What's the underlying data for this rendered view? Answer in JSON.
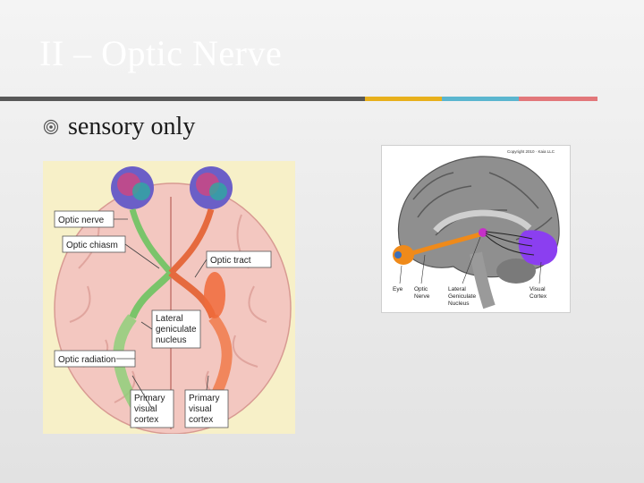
{
  "slide": {
    "title": "II – Optic Nerve",
    "bullet_text": "sensory only",
    "rule_colors": [
      "#585858",
      "#e8b01c",
      "#5bb6cf",
      "#e2777a"
    ]
  },
  "figure_left": {
    "labels": {
      "optic_nerve": "Optic nerve",
      "optic_chiasm": "Optic chiasm",
      "optic_tract": "Optic tract",
      "lgn_line1": "Lateral",
      "lgn_line2": "geniculate",
      "lgn_line3": "nucleus",
      "optic_radiation": "Optic radiation",
      "pvc_left_line1": "Primary",
      "pvc_left_line2": "visual",
      "pvc_left_line3": "cortex",
      "pvc_right_line1": "Primary",
      "pvc_right_line2": "visual",
      "pvc_right_line3": "cortex"
    }
  },
  "figure_right": {
    "copyright": "Copyright 2010 · Kaia LLC",
    "labels": {
      "eye": "Eye",
      "optic_line1": "Optic",
      "optic_line2": "Nerve",
      "lgn_line1": "Lateral",
      "lgn_line2": "Geniculate",
      "lgn_line3": "Nucleus",
      "visual_line1": "Visual",
      "visual_line2": "Cortex"
    }
  }
}
